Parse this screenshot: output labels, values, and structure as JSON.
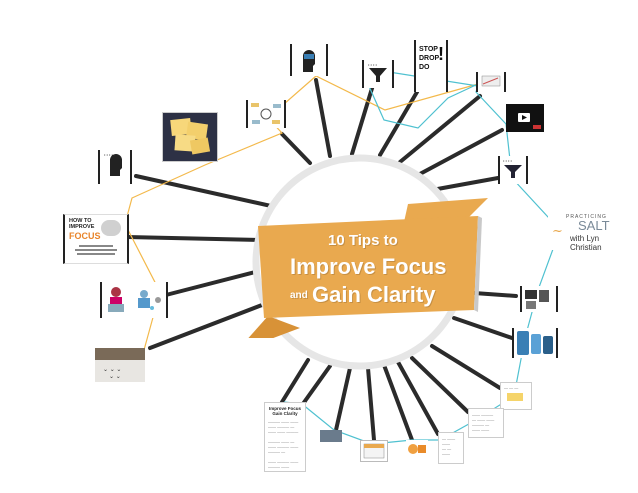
{
  "banner": {
    "line1": "10 Tips to",
    "line2": "Improve Focus",
    "line3_small": "and",
    "line3_big": "Gain Clarity",
    "color": "#e9a94f",
    "color_dark": "#d89237"
  },
  "stop_sign": {
    "line1": "STOP",
    "line2": "DROP",
    "line3": "DO",
    "mark": "!"
  },
  "how_to_card": {
    "line1": "HOW TO",
    "line2": "IMPROVE",
    "line3": "FOCUS"
  },
  "logo": {
    "line1": "PRACTICING",
    "line2": "SALT",
    "line3": "with Lyn Christian"
  },
  "doc_card": {
    "title1": "Improve Focus",
    "title2": "Gain Clarity"
  },
  "colors": {
    "spoke": "#2b2b2b",
    "orange_path": "#f3b94b",
    "teal_path": "#4fc1d0",
    "circle_ring": "#e6e6e6",
    "accent_orange": "#e9a94f"
  },
  "icons": {
    "video": "play-icon",
    "funnel": "funnel-icon",
    "head": "head-silhouette-icon"
  }
}
